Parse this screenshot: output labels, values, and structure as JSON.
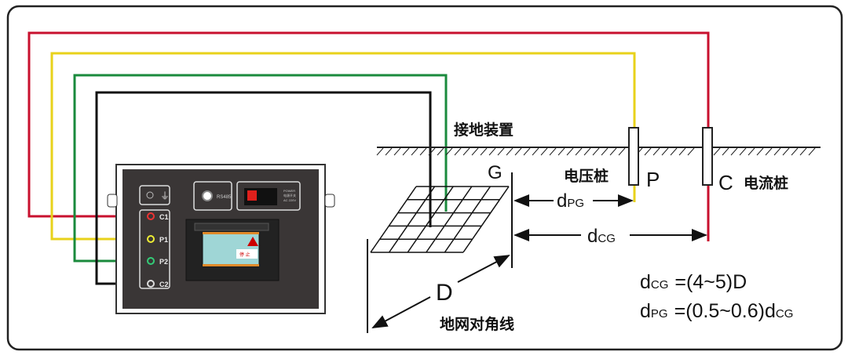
{
  "labels": {
    "grounding_device": "接地装置",
    "voltage_stake": "电压桩",
    "current_stake": "电流桩",
    "grid_diagonal": "地网对角线",
    "G": "G",
    "P": "P",
    "C": "C",
    "D": "D",
    "d_pg": "d",
    "d_pg_sub": "PG",
    "d_cg": "d",
    "d_cg_sub": "CG"
  },
  "formulas": [
    {
      "lhs": "d",
      "sub": "CG",
      "rhs": "=(4~5)D",
      "rhs_sub": ""
    },
    {
      "lhs": "d",
      "sub": "PG",
      "rhs": "=(0.5~0.6)d",
      "rhs_sub": "CG"
    }
  ],
  "instrument": {
    "terminals": [
      "C1",
      "P1",
      "P2",
      "C2"
    ],
    "port_label": "RS485",
    "power_labels": [
      "POWER",
      "电源开关",
      "AC 220V"
    ],
    "screen_stop": "停 止"
  },
  "colors": {
    "c1": "#c8102e",
    "p1": "#e8d21a",
    "p2": "#1a8a3c",
    "c2": "#111111",
    "panel": "#3a3636"
  }
}
